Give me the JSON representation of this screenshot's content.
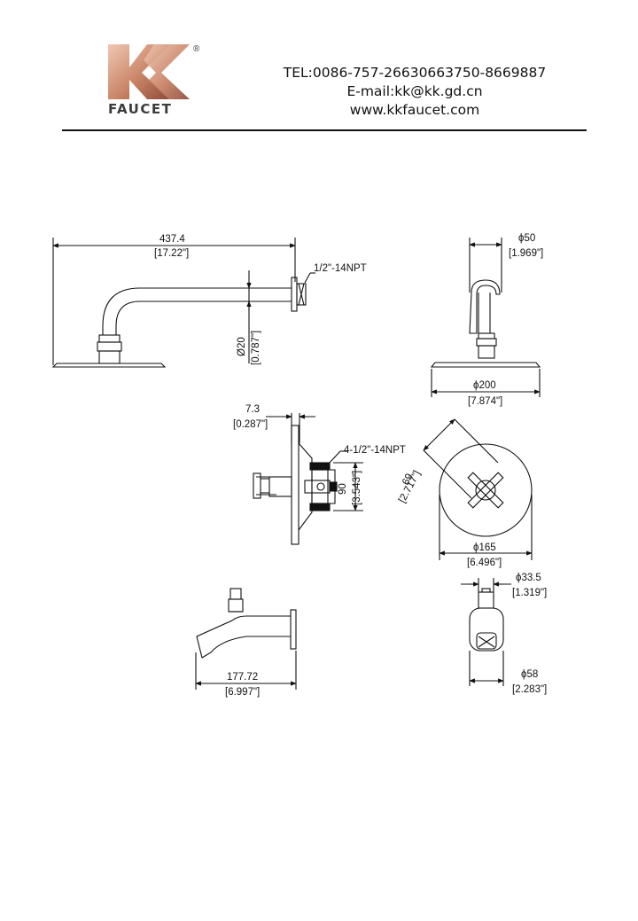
{
  "brand": {
    "mark": "KK",
    "name": "FAUCET",
    "registered": "®",
    "color_light": "#e7b39c",
    "color_dark": "#8e4a3a"
  },
  "contact": {
    "tel": "TEL:0086-757-26630663750-8669887",
    "email": "E-mail:kk@kk.gd.cn",
    "web": "www.kkfaucet.com"
  },
  "dims": {
    "arm_len": "437.4",
    "arm_len_in": "[17.22\"]",
    "thread_top": "1/2\"-14NPT",
    "arm_dia": "Ø20",
    "arm_dia_in": "[0.787\"]",
    "flange_dia": "ϕ50",
    "flange_dia_in": "[1.969\"]",
    "head_dia": "ϕ200",
    "head_dia_in": "[7.874\"]",
    "plate_thick": "7.3",
    "plate_thick_in": "[0.287\"]",
    "valve_thread": "4-1/2\"-14NPT",
    "valve_h": "90",
    "valve_h_in": "[3.543\"]",
    "handle_len": "69",
    "handle_len_in": "[2.717\"]",
    "trim_dia": "ϕ165",
    "trim_dia_in": "[6.496\"]",
    "spout_len": "177.72",
    "spout_len_in": "[6.997\"]",
    "spout_dia": "ϕ33.5",
    "spout_dia_in": "[1.319\"]",
    "spout_flange": "ϕ58",
    "spout_flange_in": "[2.283\"]"
  }
}
